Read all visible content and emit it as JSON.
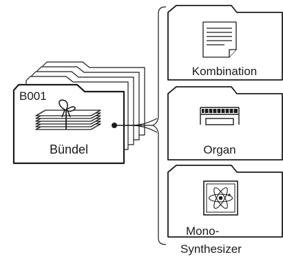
{
  "bundle": {
    "id": "B001",
    "label": "Bündel"
  },
  "targets": [
    {
      "label": "Kombination",
      "icon": "combination-document-icon"
    },
    {
      "label": "Organ",
      "icon": "organ-keyboard-icon"
    },
    {
      "label_line1": "Mono-",
      "label_line2": "Synthesizer",
      "icon": "mono-synth-atom-icon"
    }
  ],
  "colors": {
    "stroke": "#1a1a1a",
    "fill": "#ffffff"
  }
}
